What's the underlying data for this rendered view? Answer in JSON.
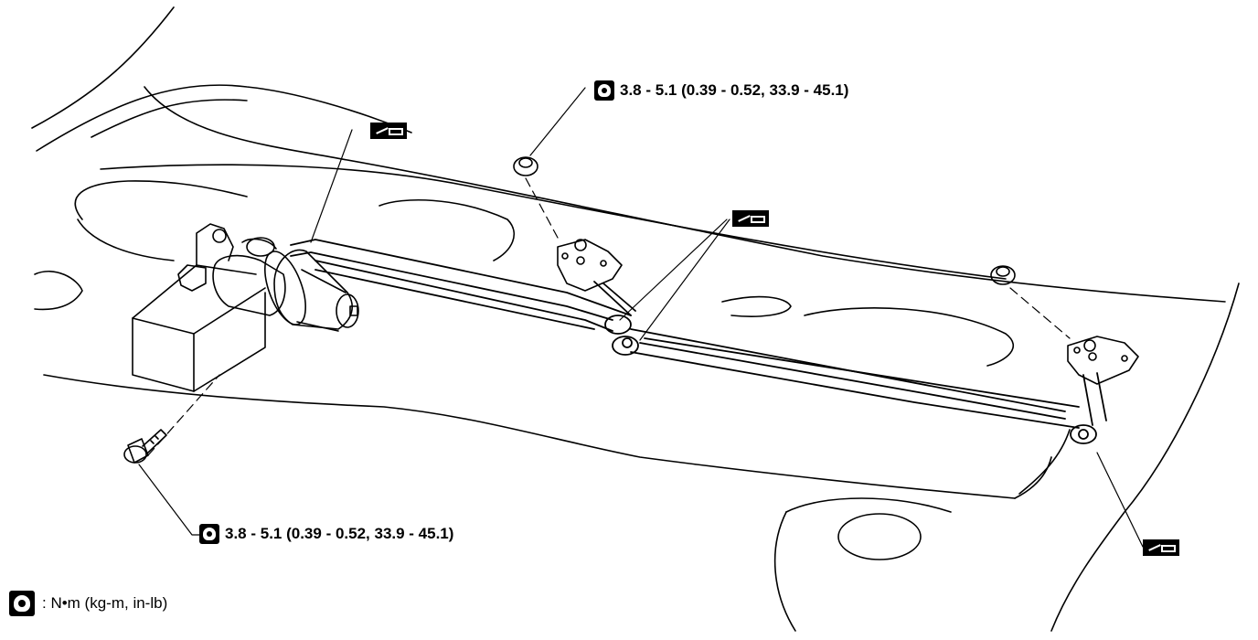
{
  "labels": {
    "torque_top": "3.8 - 5.1 (0.39 - 0.52, 33.9 - 45.1)",
    "torque_bottom": "3.8 - 5.1 (0.39 - 0.52, 33.9 - 45.1)",
    "legend_text": ": N•m (kg-m, in-lb)"
  },
  "icons": {
    "torque": "torque-wrench-icon",
    "grease": "grease-point-icon"
  },
  "colors": {
    "line": "#000000",
    "background": "#ffffff"
  }
}
